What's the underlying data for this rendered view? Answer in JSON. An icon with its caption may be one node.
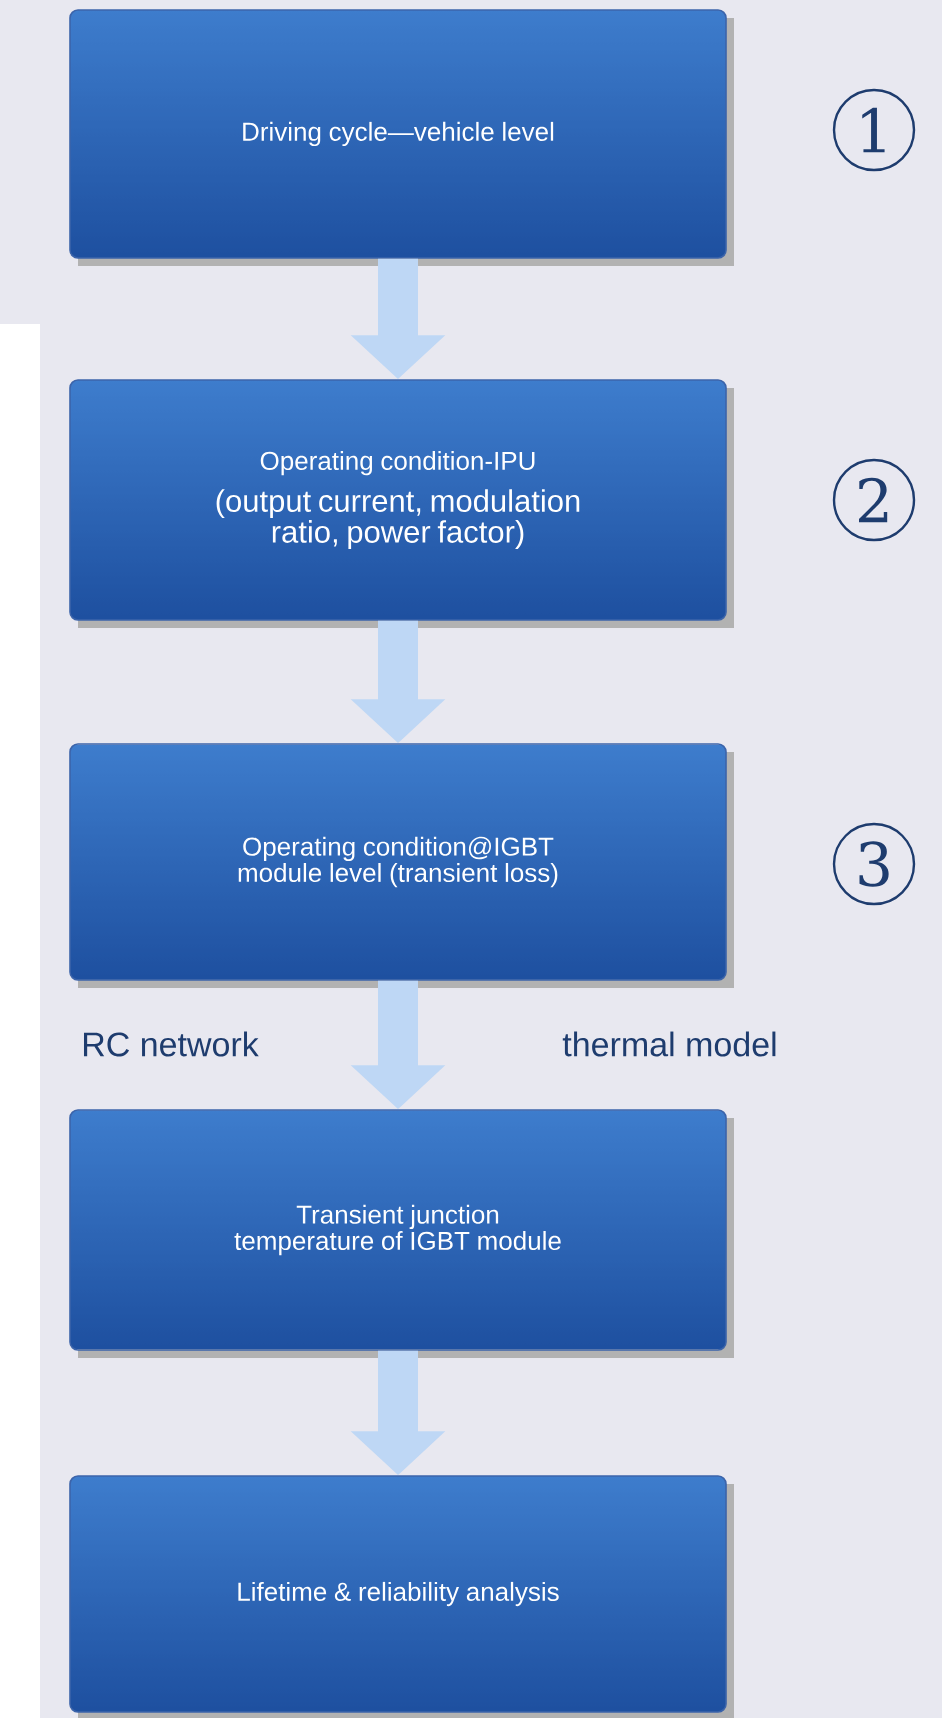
{
  "diagram": {
    "nodes": [
      {
        "text": [
          "Driving cycle—vehicle level"
        ]
      },
      {
        "text": [
          "Operating condition-IPU",
          "(output current, modulation ratio, power factor)"
        ]
      },
      {
        "text": [
          "Operating condition@IGBT module level (transient loss)"
        ]
      },
      {
        "text": [
          "Transient junction temperature of IGBT module"
        ]
      },
      {
        "text": [
          "Lifetime & reliability analysis"
        ]
      }
    ],
    "edges": [
      {
        "from": 0,
        "to": 1,
        "arrow": "to"
      },
      {
        "from": 1,
        "to": 2,
        "arrow": "to"
      },
      {
        "from": 2,
        "to": 3,
        "arrow": "to"
      },
      {
        "from": 3,
        "to": 4,
        "arrow": "to"
      }
    ],
    "labels": [
      "1",
      "2",
      "3",
      "RC network",
      "thermal model"
    ]
  }
}
